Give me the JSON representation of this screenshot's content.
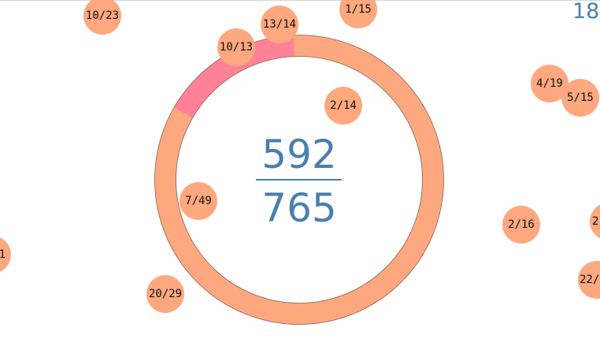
{
  "score": "18",
  "target": {
    "numerator": "592",
    "denominator": "765"
  },
  "progress": 0.16,
  "colors": {
    "accent_text": "#4a7fb0",
    "ring_track": "#fea880",
    "ring_fill": "#ff8198",
    "bubble": "#fea880"
  },
  "bubbles": [
    "10/23",
    "13/14",
    "1/15",
    "10/13",
    "2/14",
    "4/19",
    "5/15",
    "7/49",
    "2/16",
    "20/29",
    "22/",
    "2",
    "1"
  ]
}
